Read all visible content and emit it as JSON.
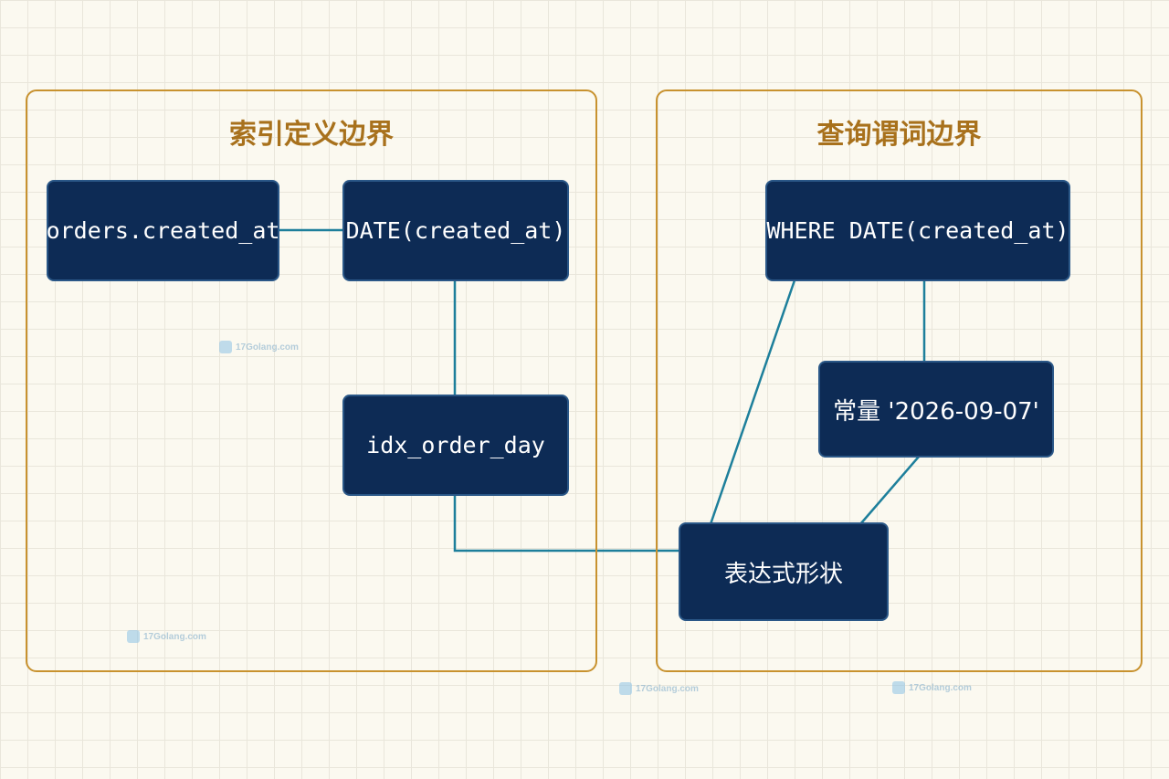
{
  "groups": {
    "index_boundary": {
      "title": "索引定义边界"
    },
    "query_boundary": {
      "title": "查询谓词边界"
    }
  },
  "nodes": {
    "orders_created_at": "orders.created_at",
    "date_created_at": "DATE(created_at)",
    "idx_order_day": "idx_order_day",
    "where_date": "WHERE DATE(created_at)",
    "const_date": "常量 '2026-09-07'",
    "expr_shape": "表达式形状"
  },
  "watermark": {
    "text": "17Golang.com"
  },
  "colors": {
    "background": "#fbf9f0",
    "grid": "#e9e6db",
    "group_border": "#c8922f",
    "group_title": "#a8711c",
    "node_fill": "#0d2b55",
    "node_border": "#2a5787",
    "edge": "#1d7f9b"
  }
}
